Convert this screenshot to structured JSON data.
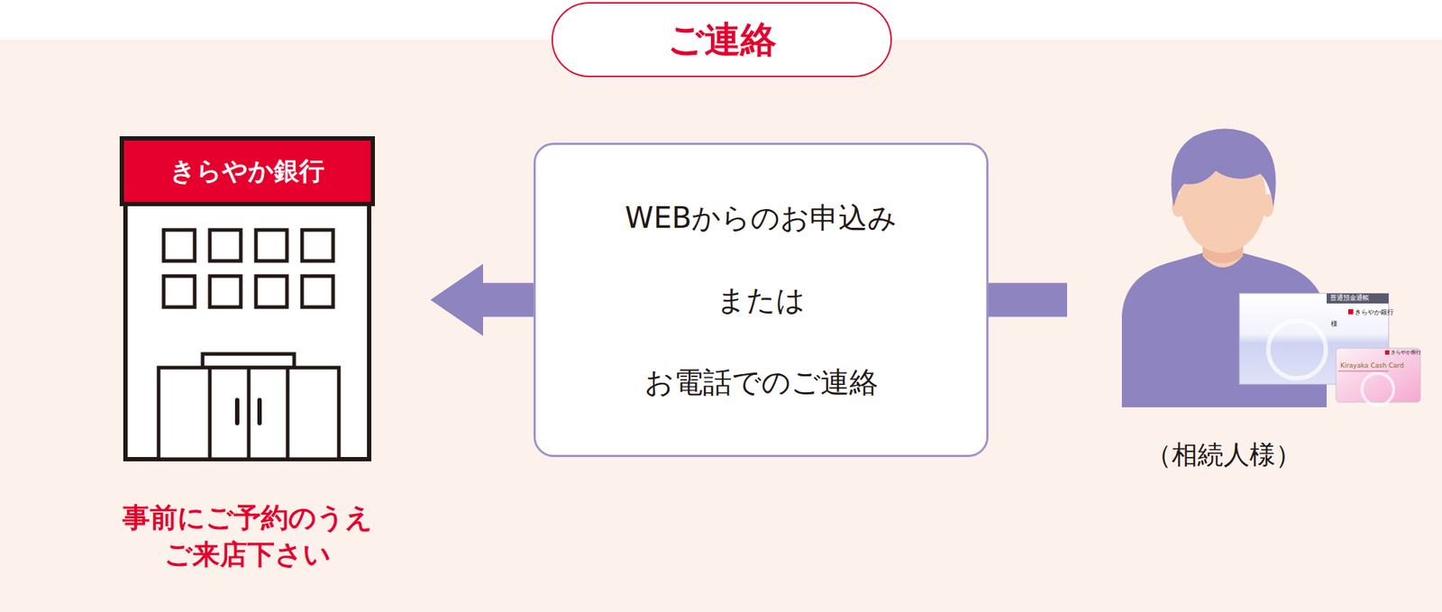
{
  "diagram": {
    "title": "ご連絡",
    "nodes": [
      {
        "text": [
          "きらやか銀行",
          "事前にご予約のうえ ご来店下さい"
        ]
      },
      {
        "text": [
          "WEBからのお申込み",
          "または",
          "お電話でのご連絡"
        ]
      },
      {
        "text": [
          "（相続人様）"
        ]
      }
    ],
    "edges": [
      {
        "from": 2,
        "to": 1,
        "arrow": "none"
      },
      {
        "from": 1,
        "to": 0,
        "arrow": "to"
      }
    ],
    "labels": [
      "普通預金通帳",
      "きらやか銀行",
      "様",
      "Kirayaka Cash Card",
      "きらやか銀行"
    ]
  }
}
